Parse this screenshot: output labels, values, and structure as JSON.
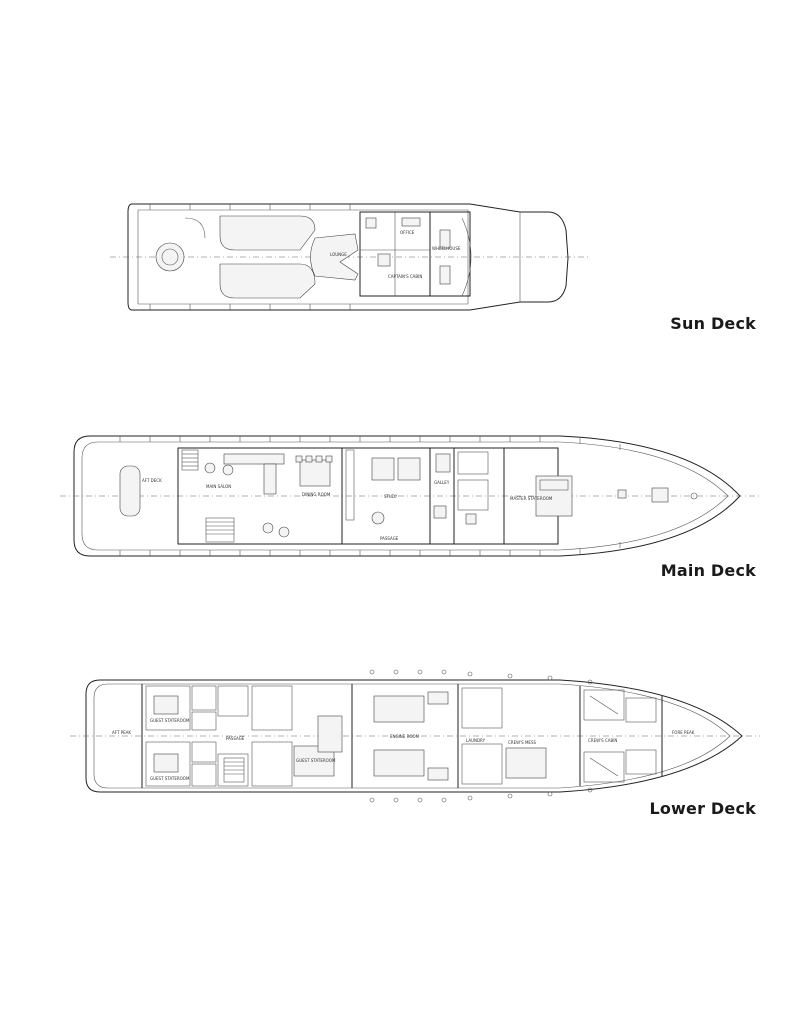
{
  "decks": {
    "sun": {
      "label": "Sun Deck",
      "rooms": [
        "LOUNGE",
        "OFFICE",
        "CAPTAIN'S CABIN",
        "WHEELHOUSE"
      ]
    },
    "main": {
      "label": "Main Deck",
      "rooms": [
        "AFT DECK",
        "MAIN SALON",
        "DINING ROOM",
        "STUDY",
        "GALLEY",
        "MASTER STATEROOM",
        "PASSAGE"
      ]
    },
    "lower": {
      "label": "Lower Deck",
      "rooms": [
        "AFT PEAK",
        "GUEST STATEROOM",
        "GUEST STATEROOM",
        "GUEST STATEROOM",
        "PASSAGE",
        "ENGINE ROOM",
        "LAUNDRY",
        "CREW'S MESS",
        "CREW'S CABIN",
        "FORE PEAK"
      ]
    }
  }
}
